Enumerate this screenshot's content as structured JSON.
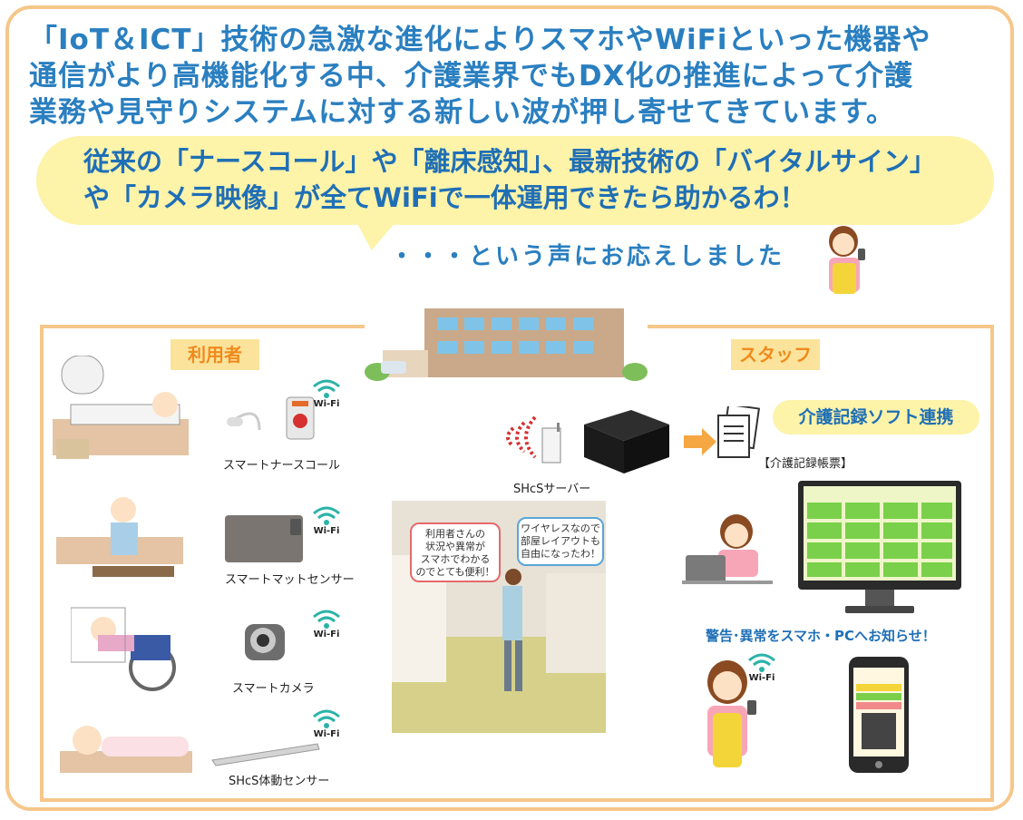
{
  "headline": {
    "lines": [
      "「IoT＆ICT」技術の急激な進化によりスマホやWiFiといった機器や",
      "通信がより高機能化する中、介護業界でもDX化の推進によって介護",
      "業務や見守りシステムに対する新しい波が押し寄せてきています。"
    ]
  },
  "quote": {
    "lines": [
      "従来の「ナースコール」や「離床感知」、最新技術の「バイタルサイン」",
      "や「カメラ映像」が全てWiFiで一体運用できたら助かるわ！"
    ]
  },
  "response": "・・・という声にお応えしました",
  "sections": {
    "users_tag": "利用者",
    "staff_tag": "スタッフ"
  },
  "devices": [
    {
      "label": "スマートナースコール"
    },
    {
      "label": "スマートマットセンサー"
    },
    {
      "label": "スマートカメラ"
    },
    {
      "label": "SHcS体動センサー"
    }
  ],
  "wifi_label": "Wi-Fi",
  "server_label": "SHcSサーバー",
  "soft_link": "介護記録ソフト連携",
  "record_label": "【介護記録帳票】",
  "callouts": {
    "left": [
      "利用者さんの",
      "状況や異常が",
      "スマホでわかる",
      "のでとても便利！"
    ],
    "right": [
      "ワイヤレスなので",
      "部屋レイアウトも",
      "自由になったわ！"
    ]
  },
  "alert": "警告･異常をスマホ・PCへお知らせ！",
  "colors": {
    "accent_blue": "#1f6fb6",
    "border_orange": "#f5c78a",
    "bubble_yellow": "#fdf3a9",
    "tag_orange": "#f08a1c",
    "wifi_teal": "#2bb3a8"
  }
}
